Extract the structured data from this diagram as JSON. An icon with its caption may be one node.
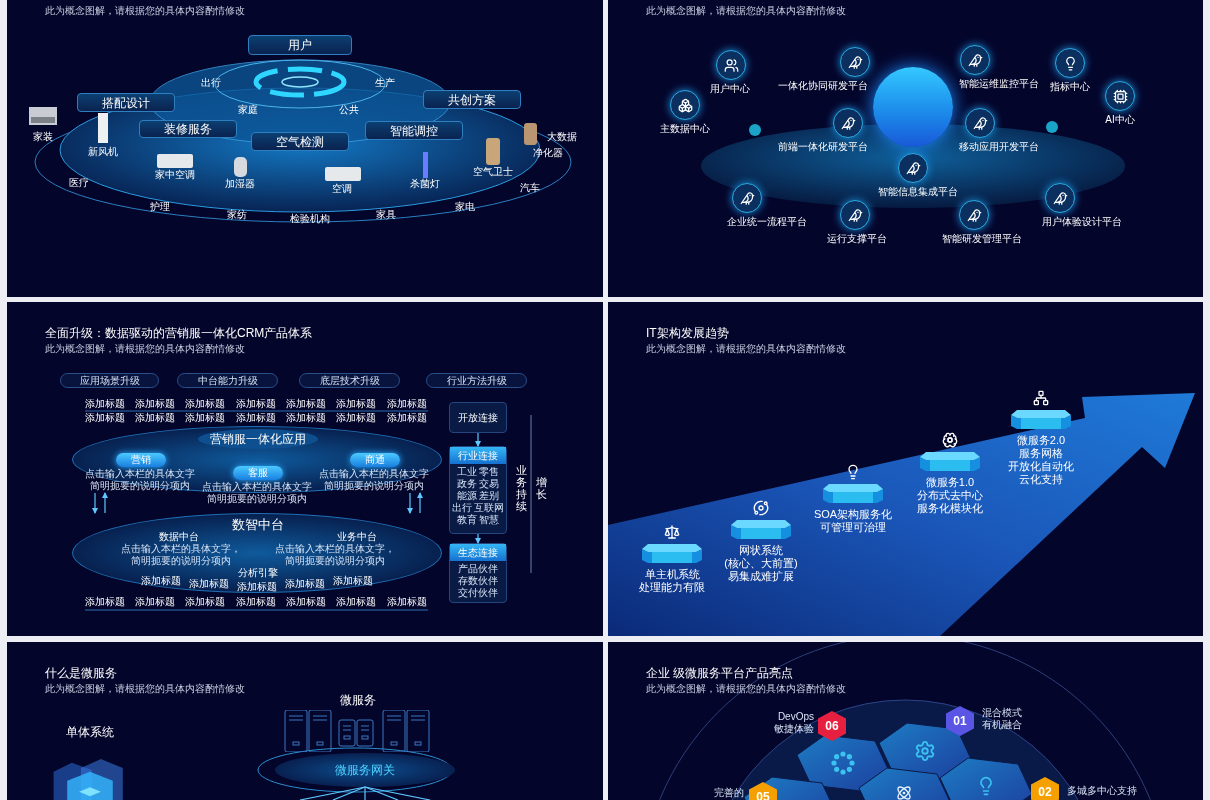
{
  "diagram": {
    "nodes": [
      {
        "text": [
          "此为概念图解，请根据您的具体内容酌情修改"
        ]
      },
      {
        "text": [
          "此为概念图解，请根据您的具体内容酌情修改"
        ]
      },
      {
        "text": [
          "全面升级：数据驱动的营销服一体化CRM产品体系",
          "此为概念图解，请根据您的具体内容酌情修改"
        ]
      },
      {
        "text": [
          "IT架构发展趋势",
          "此为概念图解，请根据您的具体内容酌情修改"
        ]
      },
      {
        "text": [
          "什么是微服务",
          "此为概念图解，请根据您的具体内容酌情修改"
        ]
      },
      {
        "text": [
          "企业 级微服务平台产品亮点",
          "此为概念图解，请根据您的具体内容酌情修改"
        ]
      },
      {
        "text": [
          "用户"
        ],
        "in": 0
      },
      {
        "text": [
          "搭配设计"
        ],
        "in": 0
      },
      {
        "text": [
          "共创方案"
        ],
        "in": 0
      },
      {
        "text": [
          "装修服务"
        ],
        "in": 0
      },
      {
        "text": [
          "智能调控"
        ],
        "in": 0
      },
      {
        "text": [
          "空气检测"
        ],
        "in": 0
      },
      {
        "text": [
          "用户中心"
        ],
        "in": 1
      },
      {
        "text": [
          "主数据中心"
        ],
        "in": 1
      },
      {
        "text": [
          "一体化协同研发平台"
        ],
        "in": 1
      },
      {
        "text": [],
        "shape": "circle",
        "in": 1
      },
      {
        "text": [
          "智能运维监控平台"
        ],
        "in": 1
      },
      {
        "text": [
          "指标中心"
        ],
        "in": 1
      },
      {
        "text": [
          "AI中心"
        ],
        "in": 1
      },
      {
        "text": [
          "前端一体化研发平台"
        ],
        "in": 1
      },
      {
        "text": [
          "移动应用开发平台"
        ],
        "in": 1
      },
      {
        "text": [
          "智能信息集成平台"
        ],
        "in": 1
      },
      {
        "text": [
          "企业统一流程平台"
        ],
        "in": 1
      },
      {
        "text": [
          "用户体验设计平台"
        ],
        "in": 1
      },
      {
        "text": [
          "运行支撑平台"
        ],
        "in": 1
      },
      {
        "text": [
          "智能研发管理平台"
        ],
        "in": 1
      },
      {
        "text": [
          "应用场景升级"
        ],
        "in": 2
      },
      {
        "text": [
          "中台能力升级"
        ],
        "in": 2
      },
      {
        "text": [
          "底层技术升级"
        ],
        "in": 2
      },
      {
        "text": [
          "行业方法升级"
        ],
        "in": 2
      },
      {
        "text": [
          "开放连接"
        ],
        "in": 2
      },
      {
        "text": [
          "营销服一体化应用"
        ],
        "in": 2
      },
      {
        "text": [
          "营销"
        ],
        "in": 31,
        "beside": [
          "点击输入本栏的具体文字简明扼要的说明分项内"
        ]
      },
      {
        "text": [
          "客服"
        ],
        "in": 31,
        "beside": [
          "点击输入本栏的具体文字简明扼要的说明分项内"
        ]
      },
      {
        "text": [
          "商通"
        ],
        "in": 31,
        "beside": [
          "点击输入本栏的具体文字简明扼要的说明分项内"
        ]
      },
      {
        "text": [
          "行业连接",
          "工业 零售",
          "政务 交易",
          "能源 差别",
          "出行 互联网",
          "教育 智慧"
        ],
        "in": 2
      },
      {
        "text": [
          "数智中台",
          "数据中台",
          "点击输入本栏的具体文字，简明扼要的说明分项内",
          "业务中台",
          "点击输入本栏的具体文字，简明扼要的说明分项内",
          "分析引擎",
          "添加标题",
          "添加标题",
          "添加标题",
          "添加标题",
          "添加标题"
        ],
        "in": 2
      },
      {
        "text": [
          "生态连接",
          "产品伙伴",
          "存数伙伴",
          "交付伙伴"
        ],
        "in": 2
      },
      {
        "text": [
          "单主机系统",
          "处理能力有限"
        ],
        "in": 3
      },
      {
        "text": [
          "网状系统",
          "(核心、大前置)",
          "易集成难扩展"
        ],
        "in": 3
      },
      {
        "text": [
          "SOA架构服务化",
          "可管理可治理"
        ],
        "in": 3
      },
      {
        "text": [
          "微服务1.0",
          "分布式去中心",
          "服务化模块化"
        ],
        "in": 3
      },
      {
        "text": [
          "微服务2.0",
          "服务网格",
          "开放化自动化",
          "云化支持"
        ],
        "in": 3
      },
      {
        "text": [
          "单体系统"
        ],
        "in": 4
      },
      {
        "text": [
          "微服务"
        ],
        "in": 4
      },
      {
        "text": [
          "微服务网关"
        ],
        "in": 4
      },
      {
        "text": [
          "06"
        ],
        "in": 5,
        "beside": [
          "DevOps",
          "敏捷体验"
        ]
      },
      {
        "text": [
          "01"
        ],
        "in": 5,
        "beside": [
          "混合模式",
          "有机融合"
        ]
      },
      {
        "text": [
          "05"
        ],
        "in": 5,
        "beside": [
          "完善的"
        ]
      },
      {
        "text": [
          "02"
        ],
        "in": 5,
        "beside": [
          "多城多中心支持"
        ]
      }
    ],
    "edges": [
      {
        "from": 30,
        "to": 35,
        "arrow": "to"
      },
      {
        "from": 35,
        "to": 37,
        "arrow": "to"
      },
      {
        "from": 31,
        "to": 36,
        "arrow": "to"
      },
      {
        "from": 36,
        "to": 31,
        "arrow": "to"
      },
      {
        "from": 31,
        "to": 36,
        "arrow": "to"
      },
      {
        "from": 36,
        "to": 31,
        "arrow": "to"
      },
      {
        "from": 45,
        "to": null,
        "arrow": "none"
      },
      {
        "from": 45,
        "to": null,
        "arrow": "none"
      },
      {
        "from": 45,
        "to": null,
        "arrow": "none"
      },
      {
        "from": 45,
        "to": null,
        "arrow": "none"
      },
      {
        "from": 45,
        "to": null,
        "arrow": "none"
      }
    ],
    "labels": [
      "出行",
      "生产",
      "家庭",
      "公共",
      "家装",
      "新风机",
      "大数据",
      "净化器",
      "家中空调",
      "加湿器",
      "空调",
      "杀菌灯",
      "空气卫士",
      "医疗",
      "汽车",
      "护理",
      "家纺",
      "检验机构",
      "家具",
      "家电",
      "添加标题",
      "添加标题",
      "添加标题",
      "添加标题",
      "添加标题",
      "添加标题",
      "添加标题",
      "添加标题",
      "添加标题",
      "添加标题",
      "添加标题",
      "添加标题",
      "添加标题",
      "添加标题",
      "业务持续",
      "增长",
      "添加标题",
      "添加标题",
      "添加标题",
      "添加标题",
      "添加标题",
      "添加标题",
      "添加标题"
    ]
  }
}
